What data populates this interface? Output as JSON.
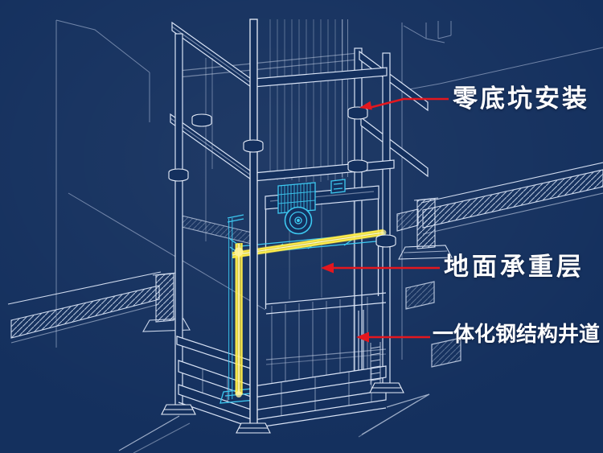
{
  "scene": {
    "background_color": "#14305e",
    "line_color": "#d9e3f5",
    "accent_cyan": "#3dc9f1",
    "accent_yellow": "#ffe93e",
    "arrow_color": "#e4171e",
    "label_text_color": "#ffffff"
  },
  "annotations": [
    {
      "label": "零底坑安装"
    },
    {
      "label": "地面承重层"
    },
    {
      "label": "一体化钢结构井道"
    }
  ]
}
